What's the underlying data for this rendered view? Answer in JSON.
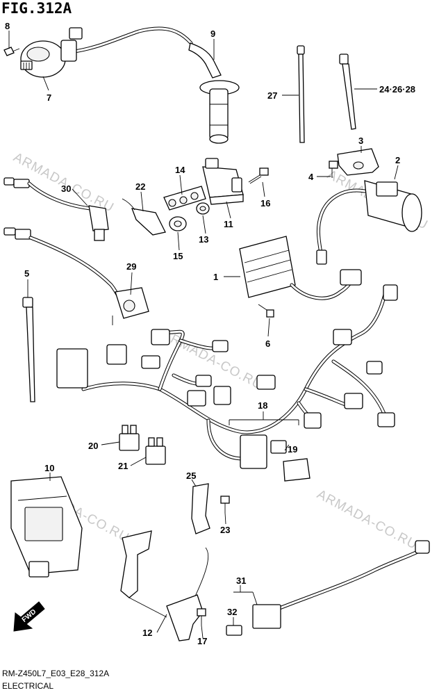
{
  "figure": {
    "title": "FIG.312A",
    "code": "RM-Z450L7_E03_E28_312A",
    "section": "ELECTRICAL",
    "watermark": "ARMADA-CO.RU",
    "fwd_label": "FWD"
  },
  "callouts": {
    "c1": "1",
    "c2": "2",
    "c3": "3",
    "c4": "4",
    "c5": "5",
    "c6": "6",
    "c7": "7",
    "c8": "8",
    "c9": "9",
    "c10": "10",
    "c11": "11",
    "c12": "12",
    "c13": "13",
    "c14": "14",
    "c15": "15",
    "c16": "16",
    "c17": "17",
    "c18": "18",
    "c19": "19",
    "c20": "20",
    "c21": "21",
    "c22": "22",
    "c23": "23",
    "c25": "25",
    "c27": "27",
    "c29": "29",
    "c30": "30",
    "c31": "31",
    "c32": "32",
    "c24_26_28": "24·26·28"
  }
}
